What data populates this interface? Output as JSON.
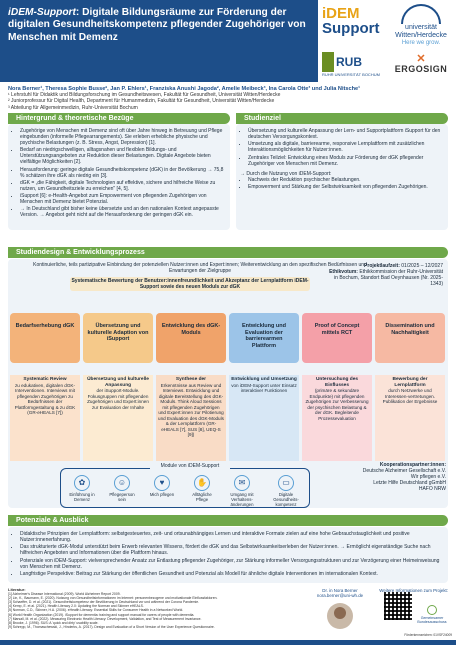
{
  "header": {
    "brand": "iDEM-Support",
    "title_rest": ": Digitale Bildungsräume zur Förderung der digitalen Gesundheitskompetenz pflegender Zugehöriger von Menschen mit Demenz",
    "logo_idem_1": "iDEM",
    "logo_idem_2": "Support",
    "logo_uwh_1": "universität",
    "logo_uwh_2": "Witten/Herdecke",
    "logo_uwh_3": "Here we grow.",
    "logo_rub": "RUB",
    "logo_rub_small": "RUHR UNIVERSITÄT BOCHUM",
    "logo_ergo": "ERGOSIGN"
  },
  "authors": {
    "names": "Nora Berner¹, Theresa Sophie Busse², Jan P. Ehlers¹, Franziska Anushi Jagoda², Amelie Meibeck³, Ina Carola Otte³ und Julia Nitsche¹",
    "aff1": "¹ Lehrstuhl für Didaktik und Bildungsforschung im Gesundheitswesen, Fakultät für Gesundheit, Universität Witten/Herdecke",
    "aff2": "² Juniorprofessur für Digital Health, Department für Humanmedizin, Fakultät für Gesundheit, Universität Witten/Herdecke",
    "aff3": "³ Abteilung für Allgemeinmedizin, Ruhr-Universität Bochum"
  },
  "sections": {
    "background": "Hintergrund & theoretische Bezüge",
    "goal": "Studienziel",
    "design": "Studiendesign & Entwicklungsprozess",
    "outlook": "Potenziale & Ausblick"
  },
  "background_bullets": [
    "Zugehörige von Menschen mit Demenz sind oft über Jahre hinweg in Betreuung und Pflege eingebunden (informelle Pflegearrangements). Sie erleben erhebliche physische und psychische Belastungen (z. B. Stress, Angst, Depression) [1].",
    "Bedarf an niedrigschwelligen, alltagsnahen und flexiblen Bildungs- und Unterstützungsangeboten zur Reduktion dieser Belastungen. Digitale Angebote bieten vielfältige Möglichkeiten [2].",
    "Herausforderung: geringe digitale Gesundheitskompetenz (dGK) in der Bevölkerung → 75,8 % schätzen ihre dGK als niedrig ein [3].",
    "dGK = „die Fähigkeit, digitale Technologien auf effektive, sichere und hilfreiche Weise zu nutzen, um Gesundheitsziele zu erreichen\" [4, 5].",
    "iSupport [6]: e-Health-Angebot zum Empowerment von pflegenden Zugehörigen von Menschen mit Demenz bietet Potenzial.",
    "→ In Deutschland gibt bisher keine übersetzte und an den nationalen Kontext angepasste Version. → Angebot geht nicht auf die Herausforderung der geringen dGK ein."
  ],
  "goal_bullets": [
    "Übersetzung und kulturelle Anpassung der Lern- und Supportplattform iSupport für den deutschen Versorgungskontext.",
    "Umsetzung als digitale, barrierearme, responsive Lernplattform mit zusätzlichen Interaktionsmöglichkeiten für Nutzer:innen.",
    "Zentrales Teilziel: Entwicklung eines Moduls zur Förderung der dGK pflegender Zugehöriger von Menschen mit Demenz."
  ],
  "goal_intro": "→ Durch die Nutzung von iDEM-Support:",
  "goal_bullets2": [
    "Nachweis der Reduktion psychischer Belastungen.",
    "Empowerment und Stärkung der Selbstwirksamkeit von pflegenden Zugehörigen."
  ],
  "design": {
    "intro": "Kontinuierliche, teils partizipative Einbindung der potenziellen Nutzer:innen und Expert:innen; Weiterentwicklung an den spezifischen Bedürfnissen und Erwartungen der Zielgruppe",
    "sys": "Systematische Bewertung der Benutzer:innenfreundlichkeit und Akzeptanz der Lernplattform iDEM-Support sowie des neuen Moduls zur dGK",
    "proj_label": "Projektlaufzeit:",
    "proj_value": "01/2025 – 12/2027",
    "ethics_label": "Ethikvotum:",
    "ethics_value": "Ethikkommission der Ruhr-Universität in Bochum, Standort Bad Oeynhausen (Nr. 2025-1343)"
  },
  "phases": [
    {
      "label": "Bedarfserhebung dGK",
      "color": "#f3b37a"
    },
    {
      "label": "Übersetzung und kulturelle Adaption von iSupport",
      "color": "#f5c98a"
    },
    {
      "label": "Entwicklung des dGK-Moduls",
      "color": "#f0a36a"
    },
    {
      "label": "Entwicklung und Evaluation der barrierearmen Plattform",
      "color": "#9cc4e8"
    },
    {
      "label": "Proof of Concept mittels RCT",
      "color": "#f4a0a8"
    },
    {
      "label": "Dissemination und Nachhaltigkeit",
      "color": "#f6b9a3"
    }
  ],
  "details": [
    {
      "head": "Systematic Review",
      "text": "zu edukativen, digitalen dGK-Interventionen. Interviews mit pflegenden Zugehörigen zu Bedürfnissen der Plattformgestaltung & zu dGK (GR-eHEALS [7])"
    },
    {
      "head": "Übersetzung und kulturelle Anpassung",
      "text": "der iSupport-Module. Fokusgruppen mit pflegenden Zugehörigen und Expert:innen zur Evaluation der Inhalte"
    },
    {
      "head": "Synthese der",
      "text": "Erkenntnisse aus Review und Interviews. Entwicklung und digitale Bereitstellung des dGK-Moduls. Think Aloud Sessions mit pflegenden Zugehörigen und Expert:innen zur Pilotierung und Evaluation des dGK-Moduls & der Lernplattform (GR-eHEALS [7], SUS [8], UEQ-S [9])"
    },
    {
      "head": "Entwicklung und Umsetzung",
      "text": "von iDEM-Support unter Einsatz interaktiver Funktionen"
    },
    {
      "head": "Untersuchung des Einflusses",
      "text": "(primäre & sekundäre Endpunkte) mit pflegenden Zugehörigen zur Verbesserung der psychischen Belastung & der dGK. Begleitende Prozessevaluation"
    },
    {
      "head": "Bewerbung der Lernplattform",
      "text": "durch Netzwerke und Interessen-vertretungen. Publikation der Ergebnisse"
    }
  ],
  "modules": {
    "title": "Module von iDEM-Support",
    "items": [
      {
        "label": "Einführung in Demenz",
        "icon": "brain-icon",
        "glyph": "✿"
      },
      {
        "label": "Pflegeperson sein",
        "icon": "person-icon",
        "glyph": "☺"
      },
      {
        "label": "Mich pflegen",
        "icon": "heart-icon",
        "glyph": "♥"
      },
      {
        "label": "Alltägliche Pflege",
        "icon": "hands-icon",
        "glyph": "✋"
      },
      {
        "label": "Umgang mit Verhaltens-änderungen",
        "icon": "chat-icon",
        "glyph": "✉"
      },
      {
        "label": "Digitale Gesundheits-kompetenz",
        "icon": "laptop-icon",
        "glyph": "▭"
      }
    ]
  },
  "coop": {
    "label": "Kooperationspartner:innen:",
    "p1": "Deutsche Alzheimer Gesellschaft e.V.",
    "p2": "Wir pflegen e.V.",
    "p3": "Letzte Hilfe Deutschland gGmbH",
    "p4": "HAFO NRW"
  },
  "outlook_bullets": [
    "Didaktische Prinzipien der Lernplattform: selbstgesteuertes, zeit- und ortsunabhängiges Lernen und interaktive Formate zielen auf eine hohe Gebrauchstauglichkeit und positive Nutzer:innenerfahrung.",
    "Das strukturierte dGK-Modul unterstützt beim Erwerb relevanten Wissens, fördert die dGK und das Selbstwirksamkeitserleben der Nutzer:innen. → Ermöglicht eigenständige Suche nach hilfreichen Angeboten und Informationen über die Plattform hinaus.",
    "Potenziale von iDEM-Support: vielversprechender Ansatz zur Entlastung pflegender Zugehöriger, zur Stärkung informeller Versorgungsstrukturen und zur Verzögerung einer Heimeinweisung von Menschen mit Demenz.",
    "Langfristige Perspektive: Beitrag zur Stärkung der öffentlichen Gesundheit und Potenzial als Modell für ähnliche digitale Interventionen im internationalen Kontext."
  ],
  "literature": {
    "label": "Literatur:",
    "refs": [
      "[1] Alzheimer's Disease International (2009). World Alzheimer Report 2009.",
      "[2] Lin, K., Baumann, E. (2020). Nutzung von Gesundheitsinformationen im Internet: personenbezogene und motivationale Einflussfaktoren.",
      "[3] Schaeffer, D. et al. (2021). Gesundheitskompetenz der Bevölkerung in Deutschland vor und während der Corona Pandemie.",
      "[4] Kemp, E. et al. (2021). Health Literacy 2.0: Updating the Norman and Skinner eHEALS.",
      "[5] Norman, C.D., Skinner, H.A. (2006). eHealth Literacy: Essential Skills for Consumer Health in a Networked World.",
      "[6] World Health Organization (2019). iSupport for dementia: training and support manual for carers of people with dementia.",
      "[7] Marsall, M. et al. (2022). Measuring Electronic Health Literacy: Development, Validation, and Test of Measurement Invariance.",
      "[8] Brooke, J. (1996). SUS: A 'quick and dirty' usability scale.",
      "[9] Schrepp, M., Thomaschewski, J., Hinderks, A. (2017). Design and Evaluation of a Short Version of the User Experience Questionnaire."
    ]
  },
  "contact": {
    "name": "Dr. in Nora Berner",
    "email": "nora.berner@uni-wh.de"
  },
  "qr_text": "Weitere Informationen zum Projekt:",
  "funder": "Gemeinsamer Bundesausschuss",
  "footer_note": "Förderkennzeichen: 01VSF24009"
}
